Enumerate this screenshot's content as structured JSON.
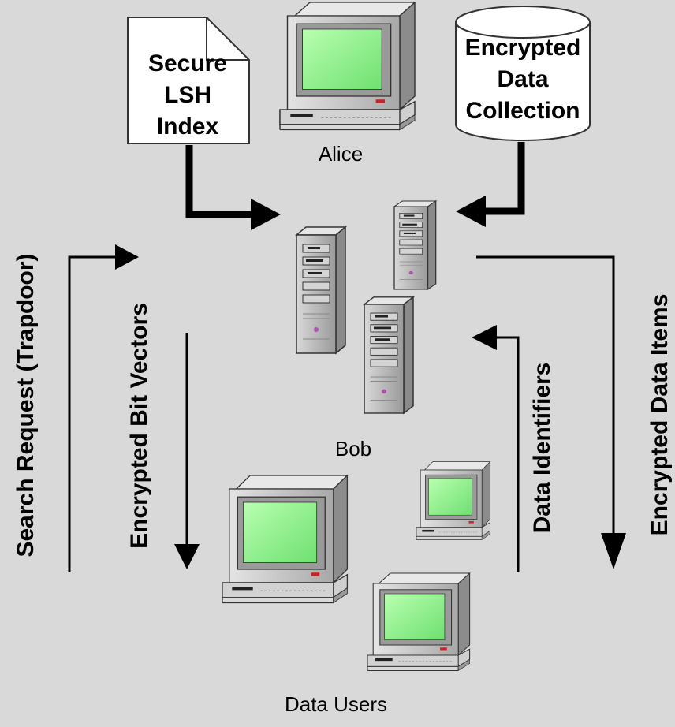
{
  "actors": {
    "owner": "Alice",
    "server": "Bob",
    "users": "Data Users"
  },
  "index_doc": {
    "line1": "Secure",
    "line2": "LSH",
    "line3": "Index"
  },
  "data_store": {
    "line1": "Encrypted",
    "line2": "Data",
    "line3": "Collection"
  },
  "flows": {
    "search_request": "Search Request  (Trapdoor)",
    "bit_vectors": "Encrypted Bit Vectors",
    "identifiers": "Data  Identifiers",
    "data_items": "Encrypted Data Items"
  },
  "colors": {
    "background": "#d9d9d9",
    "screen": "#90f090",
    "computer_body": "#c4c4c4",
    "arrow": "#000000"
  }
}
